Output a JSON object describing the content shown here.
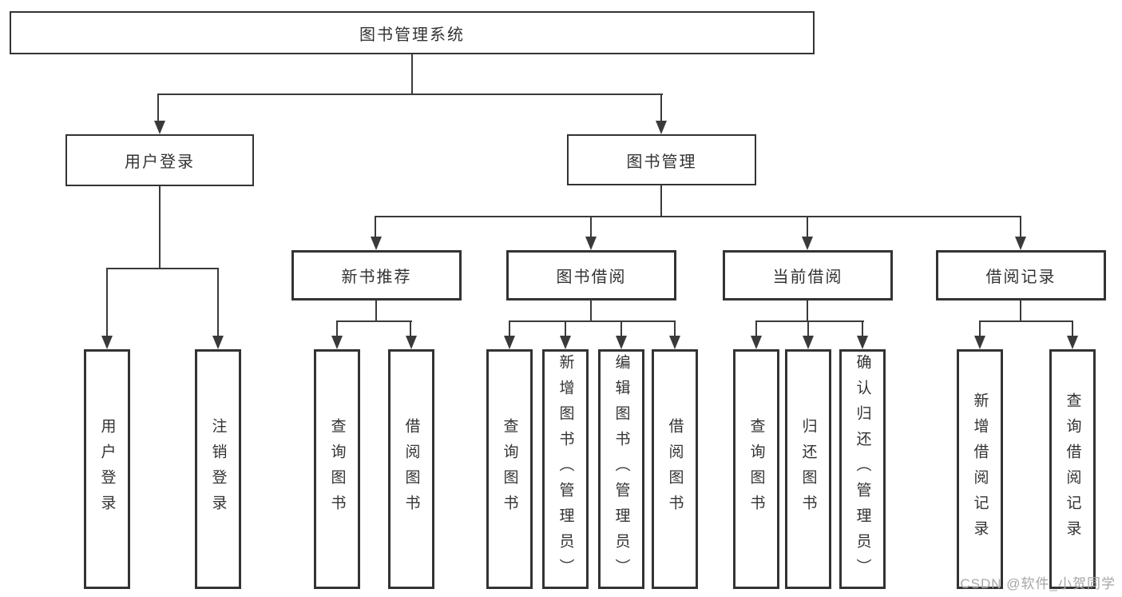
{
  "tree": {
    "root": "图书管理系统",
    "level1": [
      {
        "label": "用户登录",
        "children": [
          {
            "label": "用户登录"
          },
          {
            "label": "注销登录"
          }
        ]
      },
      {
        "label": "图书管理",
        "children": [
          {
            "label": "新书推荐",
            "children": [
              {
                "label": "查询图书"
              },
              {
                "label": "借阅图书"
              }
            ]
          },
          {
            "label": "图书借阅",
            "children": [
              {
                "label": "查询图书"
              },
              {
                "label": "新增图书（管理员）"
              },
              {
                "label": "编辑图书（管理员）"
              },
              {
                "label": "借阅图书"
              }
            ]
          },
          {
            "label": "当前借阅",
            "children": [
              {
                "label": "查询图书"
              },
              {
                "label": "归还图书"
              },
              {
                "label": "确认归还（管理员）"
              }
            ]
          },
          {
            "label": "借阅记录",
            "children": [
              {
                "label": "新增借阅记录"
              },
              {
                "label": "查询借阅记录"
              }
            ]
          }
        ]
      }
    ]
  },
  "watermark": "CSDN @软件_小贺同学",
  "colors": {
    "line": "#3a3a3a",
    "border": "#333333",
    "text": "#333333",
    "watermark": "#a6a6a6",
    "background": "#ffffff"
  }
}
